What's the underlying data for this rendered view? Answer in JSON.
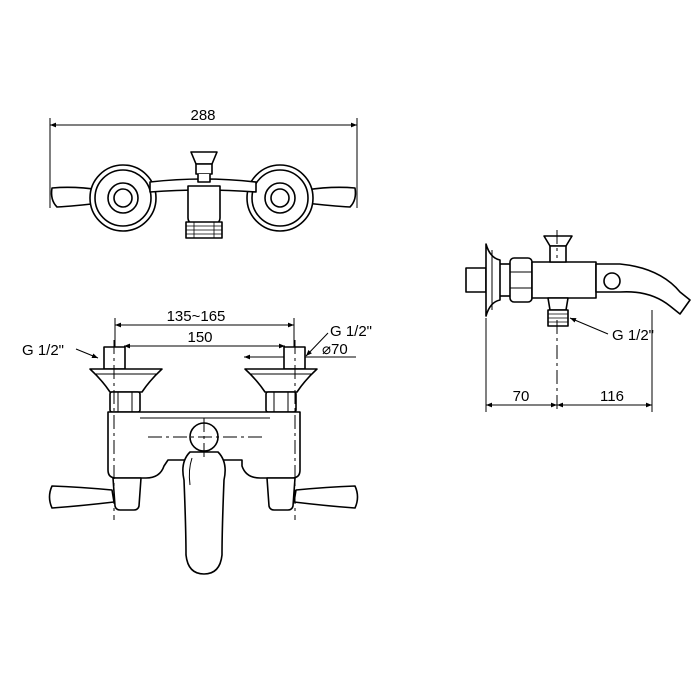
{
  "top_view": {
    "overall_width_label": "288"
  },
  "front_view": {
    "adjust_range_label": "135~165",
    "center_distance_label": "150",
    "left_thread_label": "G 1/2\"",
    "right_thread_label": "G 1/2\"",
    "flange_diameter_label": "⌀70"
  },
  "side_view": {
    "outlet_thread_label": "G 1/2\"",
    "depth_to_axis_label": "70",
    "spout_reach_label": "116"
  }
}
